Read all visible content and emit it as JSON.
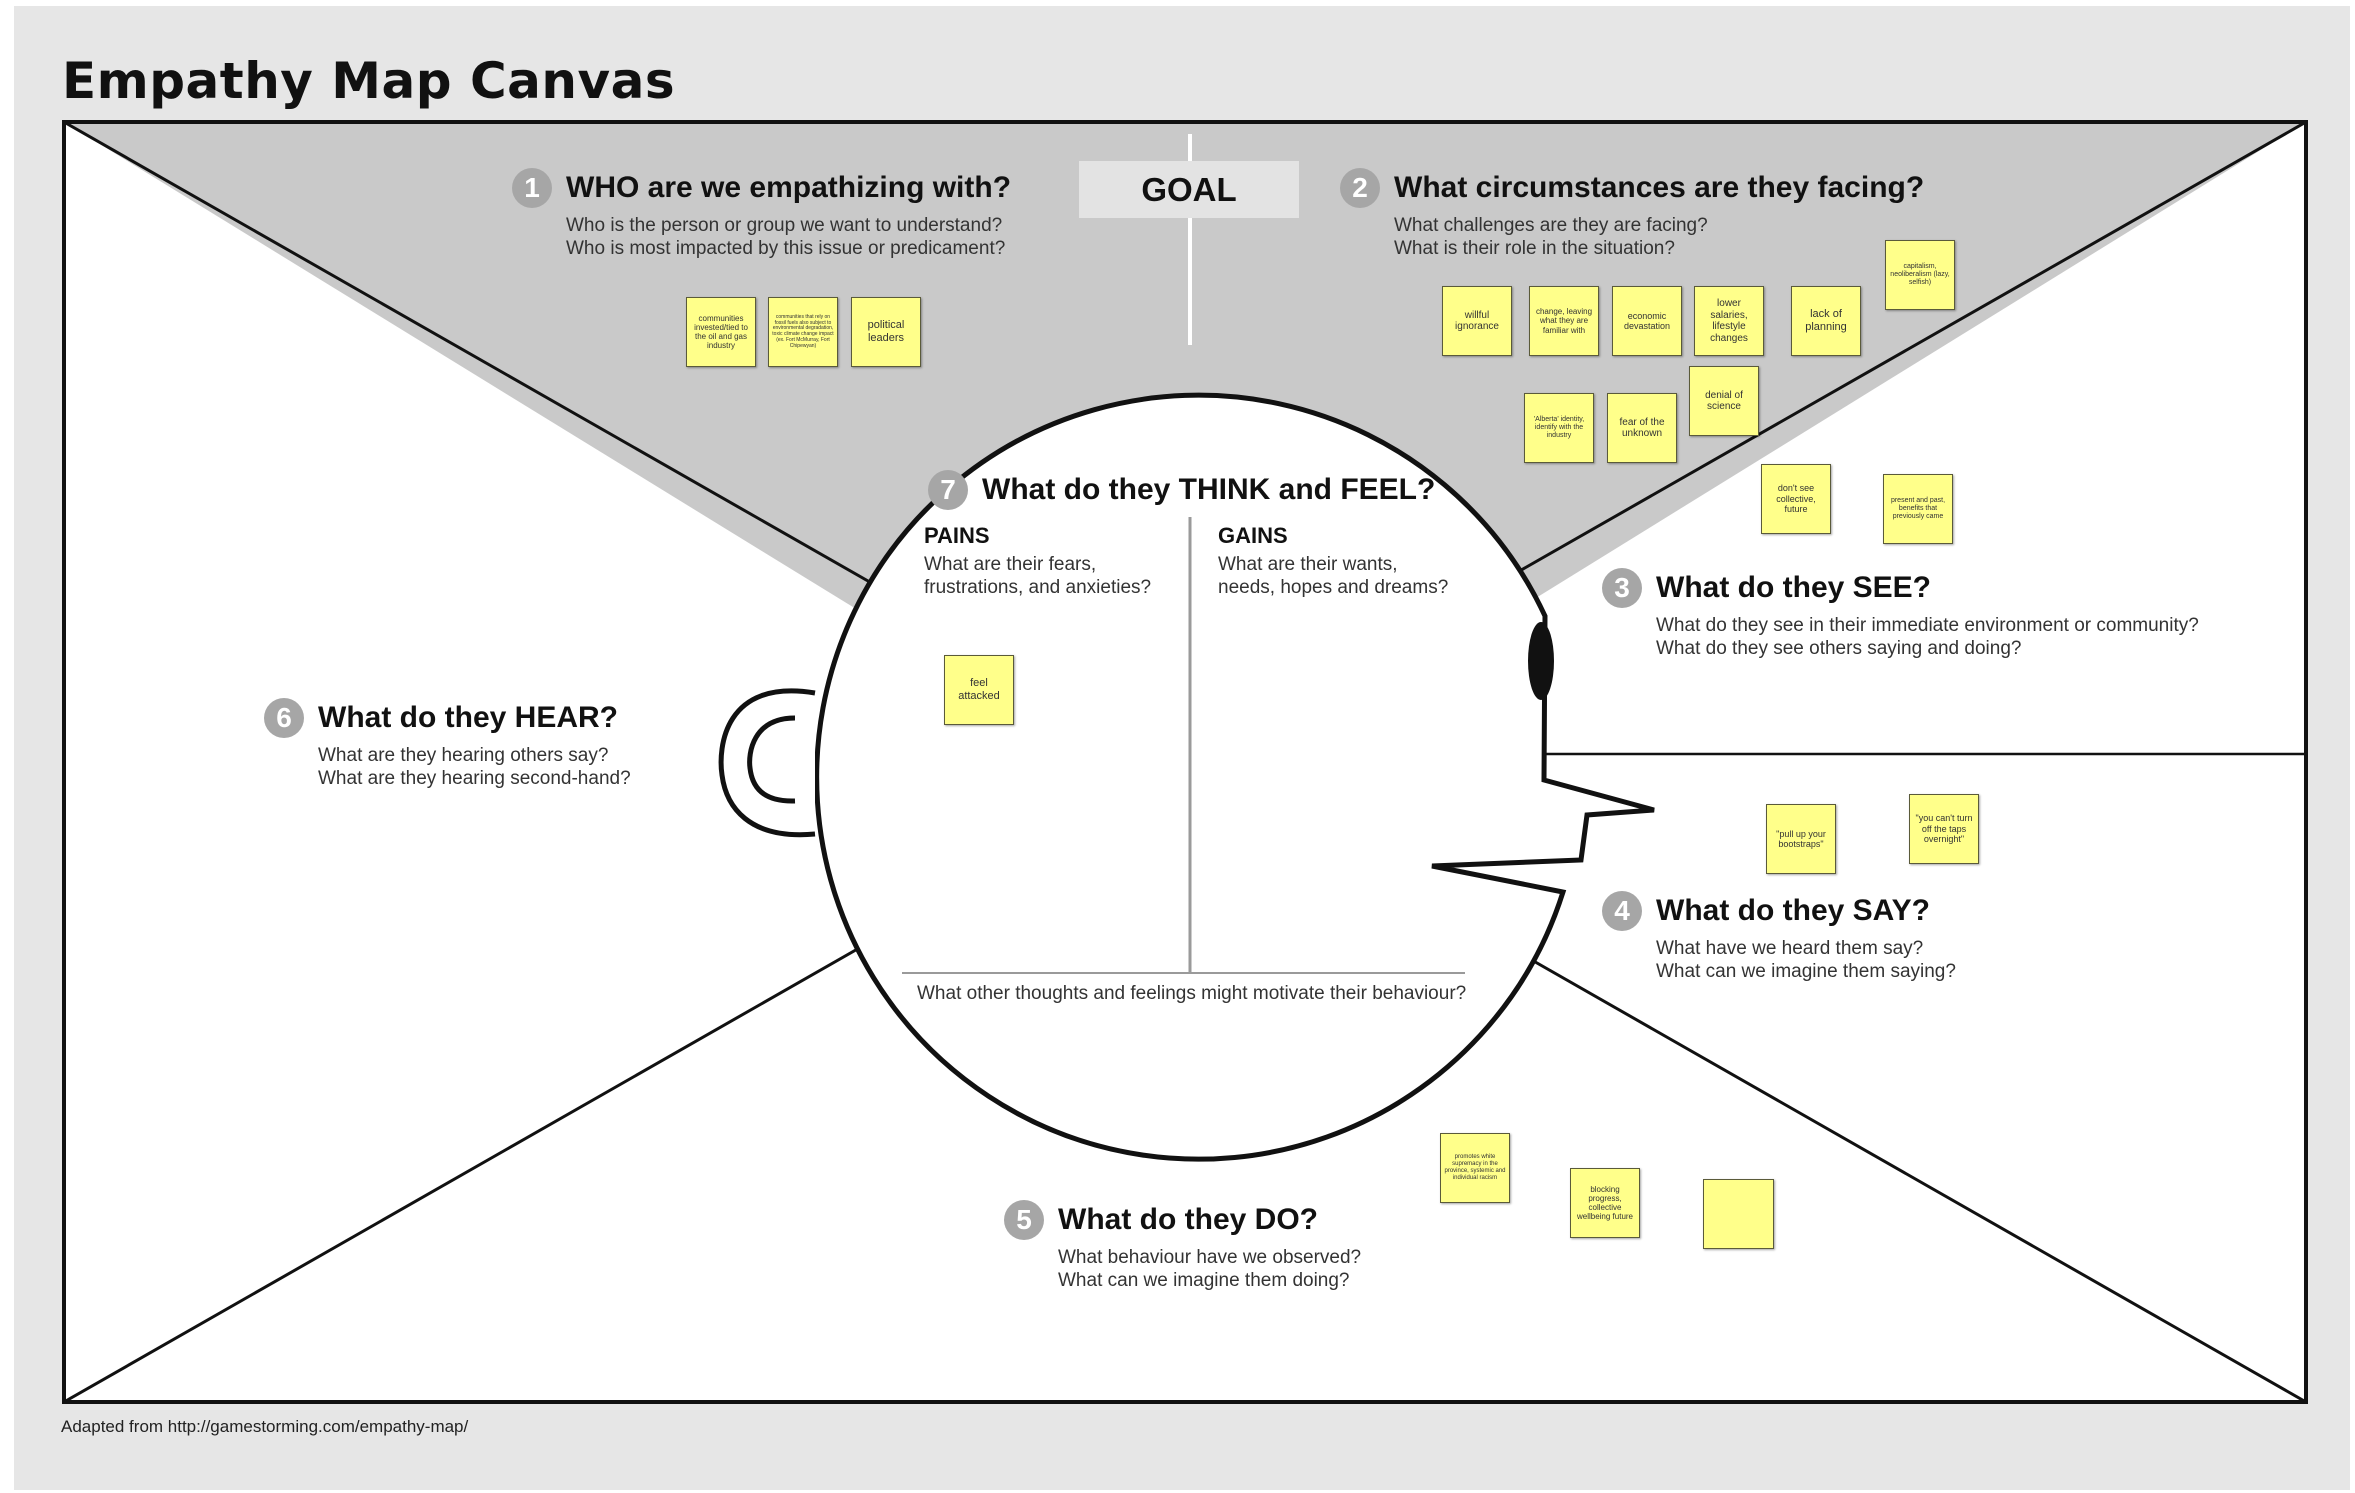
{
  "title": "Empathy Map Canvas",
  "goal_label": "GOAL",
  "sections": {
    "who": {
      "number": "1",
      "heading": "WHO are we empathizing with?",
      "questions": [
        "Who is the person or group we want to understand?",
        "Who is most impacted by this issue or predicament?"
      ]
    },
    "circumstances": {
      "number": "2",
      "heading": "What circumstances are they facing?",
      "questions": [
        "What challenges are they are facing?",
        "What is their role in the situation?"
      ]
    },
    "see": {
      "number": "3",
      "heading": "What do they SEE?",
      "questions": [
        "What do they see in their immediate environment or community?",
        "What do they see others saying and doing?"
      ]
    },
    "say": {
      "number": "4",
      "heading": "What do they SAY?",
      "questions": [
        "What have we heard them say?",
        "What can we imagine them saying?"
      ]
    },
    "do": {
      "number": "5",
      "heading": "What do they DO?",
      "questions": [
        "What behaviour have we observed?",
        "What can we imagine them doing?"
      ]
    },
    "hear": {
      "number": "6",
      "heading": "What do they HEAR?",
      "questions": [
        "What are they hearing others say?",
        "What are they hearing second-hand?"
      ]
    },
    "think_feel": {
      "number": "7",
      "heading": "What do they THINK and FEEL?",
      "pains": {
        "label": "PAINS",
        "questions": [
          "What are their fears,",
          "frustrations, and anxieties?"
        ]
      },
      "gains": {
        "label": "GAINS",
        "questions": [
          "What are their wants,",
          "needs, hopes and dreams?"
        ]
      },
      "other": "What other thoughts and feelings might motivate their behaviour?"
    }
  },
  "notes": {
    "who": [
      "communities invested/tied to the oil and gas industry",
      "communities that rely on fossil fuels also subject to environmental degradation, toxic climate change impact (ex. Fort McMurray, Fort Chipewyan)",
      "political leaders"
    ],
    "circumstances": [
      "willful ignorance",
      "change, leaving what they are familiar with",
      "economic devastation",
      "lower salaries, lifestyle changes",
      "lack of planning",
      "capitalism, neoliberalism (lazy, selfish)",
      "'Alberta' identity, identify with the industry",
      "fear of the unknown",
      "denial of science"
    ],
    "see": [
      "don't see collective, future",
      "present and past, benefits that previously came"
    ],
    "think_feel": [
      "feel attacked"
    ],
    "say": [
      "\"pull up your bootstraps\"",
      "\"you can't turn off the taps overnight\""
    ],
    "do": [
      "promotes white supremacy in the province, systemic and individual racism",
      "blocking progress, collective wellbeing future",
      ""
    ]
  },
  "colors": {
    "page_background": "#e6e6e6",
    "canvas_background": "#ffffff",
    "top_region": "#c9c9c9",
    "sticky_note": "#ffff8a",
    "badge": "#a6a6a6"
  },
  "footer": "Adapted from http://gamestorming.com/empathy-map/"
}
